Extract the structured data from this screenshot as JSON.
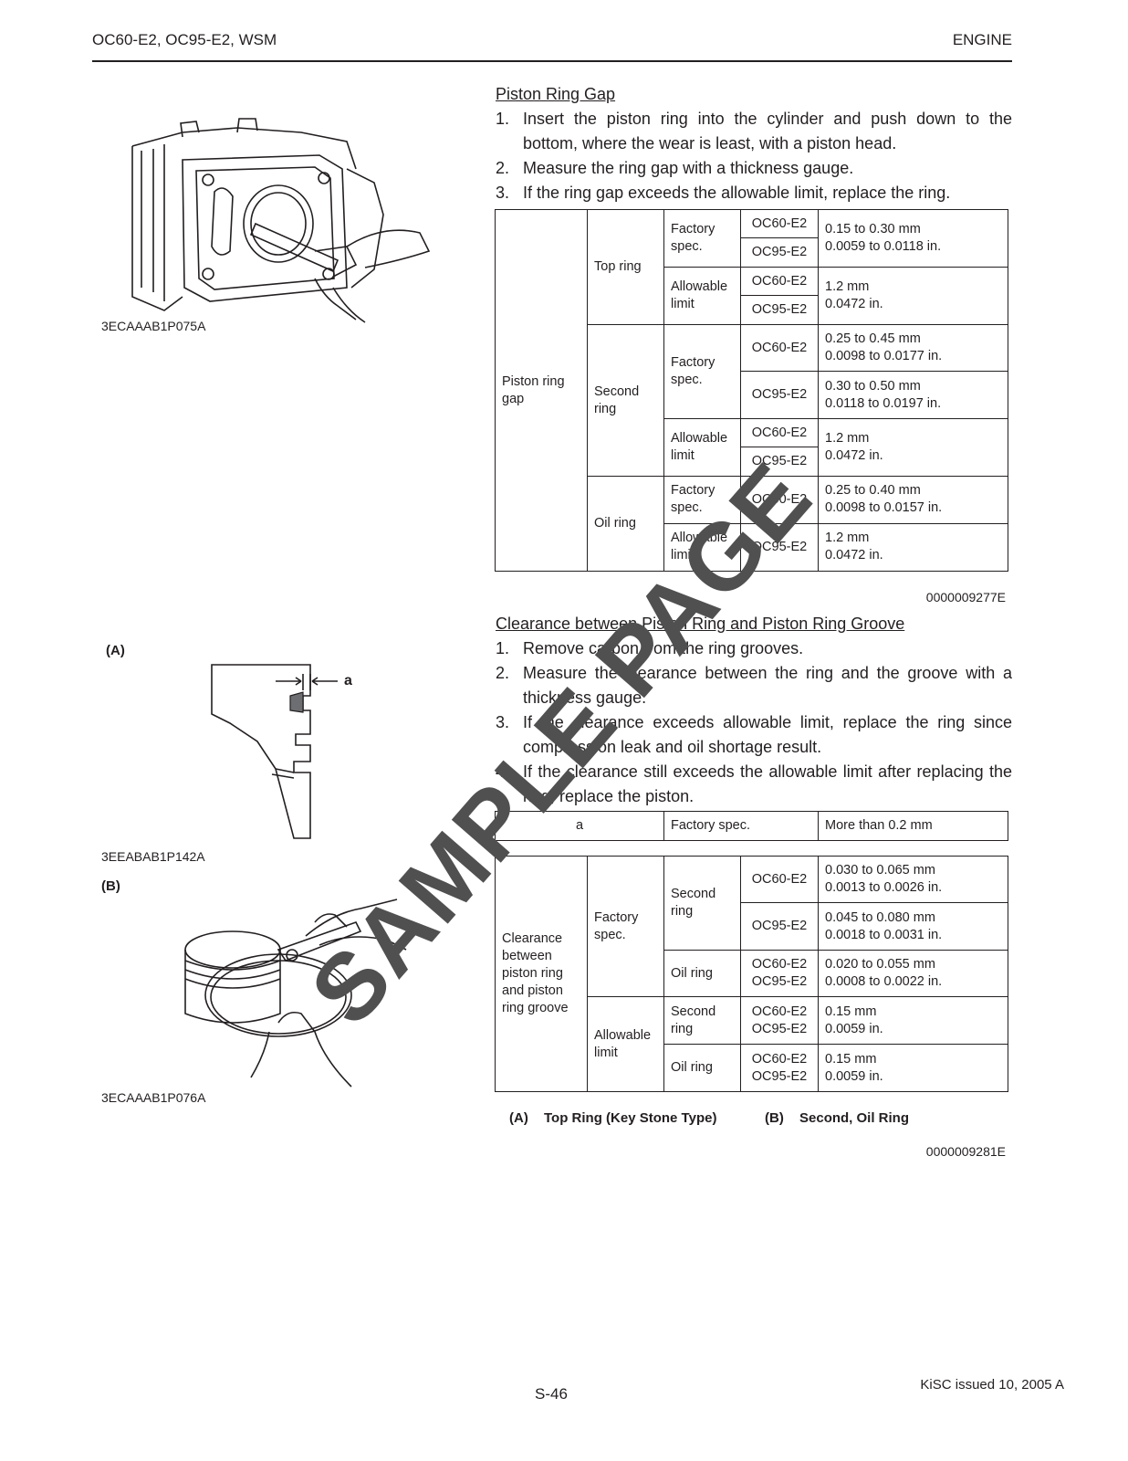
{
  "header": {
    "left": "OC60-E2, OC95-E2,  WSM",
    "right": "ENGINE"
  },
  "figures": {
    "fig1_code": "3ECAAAB1P075A",
    "figA_label": "(A)",
    "figA_callout": "a",
    "figA_code": "3EEABAB1P142A",
    "figB_label": "(B)",
    "figB_code": "3ECAAAB1P076A"
  },
  "section1": {
    "title": "Piston Ring Gap",
    "steps": [
      {
        "num": "1.",
        "text": "Insert the piston ring into the cylinder and push down to the bottom, where the wear is least, with a piston head."
      },
      {
        "num": "2.",
        "text": "Measure the ring gap with a thickness gauge."
      },
      {
        "num": "3.",
        "text": "If the ring gap exceeds the allowable limit, replace the ring."
      }
    ],
    "table": {
      "item": "Piston ring gap",
      "top_ring": "Top ring",
      "second_ring": "Second ring",
      "oil_ring": "Oil ring",
      "factory_spec": "Factory spec.",
      "allowable_limit": "Allowable limit",
      "m60": "OC60-E2",
      "m95": "OC95-E2",
      "top_factory": [
        "0.15 to 0.30 mm",
        "0.0059 to 0.0118 in."
      ],
      "top_allow": [
        "1.2 mm",
        "0.0472 in."
      ],
      "second_factory_60": [
        "0.25 to 0.45 mm",
        "0.0098 to 0.0177 in."
      ],
      "second_factory_95": [
        "0.30 to 0.50 mm",
        "0.0118 to 0.0197 in."
      ],
      "second_allow": [
        "1.2 mm",
        "0.0472 in."
      ],
      "oil_factory": [
        "0.25 to 0.40 mm",
        "0.0098 to 0.0157 in."
      ],
      "oil_allow": [
        "1.2 mm",
        "0.0472 in."
      ]
    },
    "code": "0000009277E"
  },
  "section2": {
    "title": "Clearance between Piston Ring and Piston Ring Groove",
    "steps": [
      {
        "num": "1.",
        "text": "Remove carbon from the ring grooves."
      },
      {
        "num": "2.",
        "text": "Measure the clearance between the ring and the groove with a thickness gauge."
      },
      {
        "num": "3.",
        "text": "If the clearance exceeds allowable limit, replace the ring since compression leak and oil shortage result."
      },
      {
        "num": "4.",
        "text": "If the clearance still exceeds the allowable limit after replacing the ring, replace the piston."
      }
    ],
    "small_table": {
      "a": "a",
      "spec": "Factory spec.",
      "value": "More than 0.2 mm"
    },
    "table": {
      "item": "Clearance between piston ring and piston ring groove",
      "factory_spec": "Factory spec.",
      "allowable_limit": "Allowable limit",
      "second_ring": "Second ring",
      "oil_ring": "Oil ring",
      "m60": "OC60-E2",
      "m95": "OC95-E2",
      "f_second_60": [
        "0.030 to 0.065 mm",
        "0.0013 to 0.0026 in."
      ],
      "f_second_95": [
        "0.045 to 0.080 mm",
        "0.0018 to 0.0031 in."
      ],
      "f_oil": [
        "0.020 to 0.055 mm",
        "0.0008 to 0.0022 in."
      ],
      "a_second": [
        "0.15 mm",
        "0.0059 in."
      ],
      "a_oil": [
        "0.15 mm",
        "0.0059 in."
      ]
    },
    "caption_a_label": "(A)",
    "caption_a_text": "Top Ring (Key Stone Type)",
    "caption_b_label": "(B)",
    "caption_b_text": "Second, Oil Ring",
    "code": "0000009281E"
  },
  "watermark": "SAMPLE PAGE",
  "footer": {
    "page": "S-46",
    "issue": "KiSC issued 10, 2005 A"
  }
}
